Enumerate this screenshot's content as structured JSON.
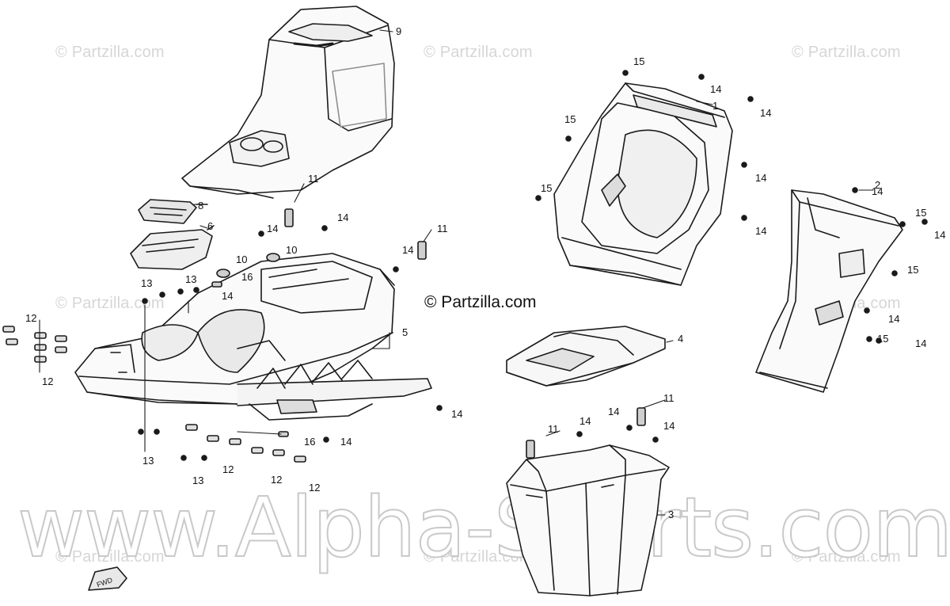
{
  "watermarks": {
    "small": "© Partzilla.com",
    "center": "© Partzilla.com",
    "large": "www.Alpha-Sports.com"
  },
  "callouts": {
    "n1": "1",
    "n2": "2",
    "n3": "3",
    "n4": "4",
    "n5": "5",
    "n6": "6",
    "n8": "8",
    "n9": "9",
    "n10": "10",
    "n11": "11",
    "n12": "12",
    "n13": "13",
    "n14": "14",
    "n15": "15",
    "n16": "16"
  },
  "fwd_marker": "FWD",
  "colors": {
    "line": "#1a1a1a",
    "shade": "#8f8f8f",
    "watermark": "#d6d6d6"
  }
}
